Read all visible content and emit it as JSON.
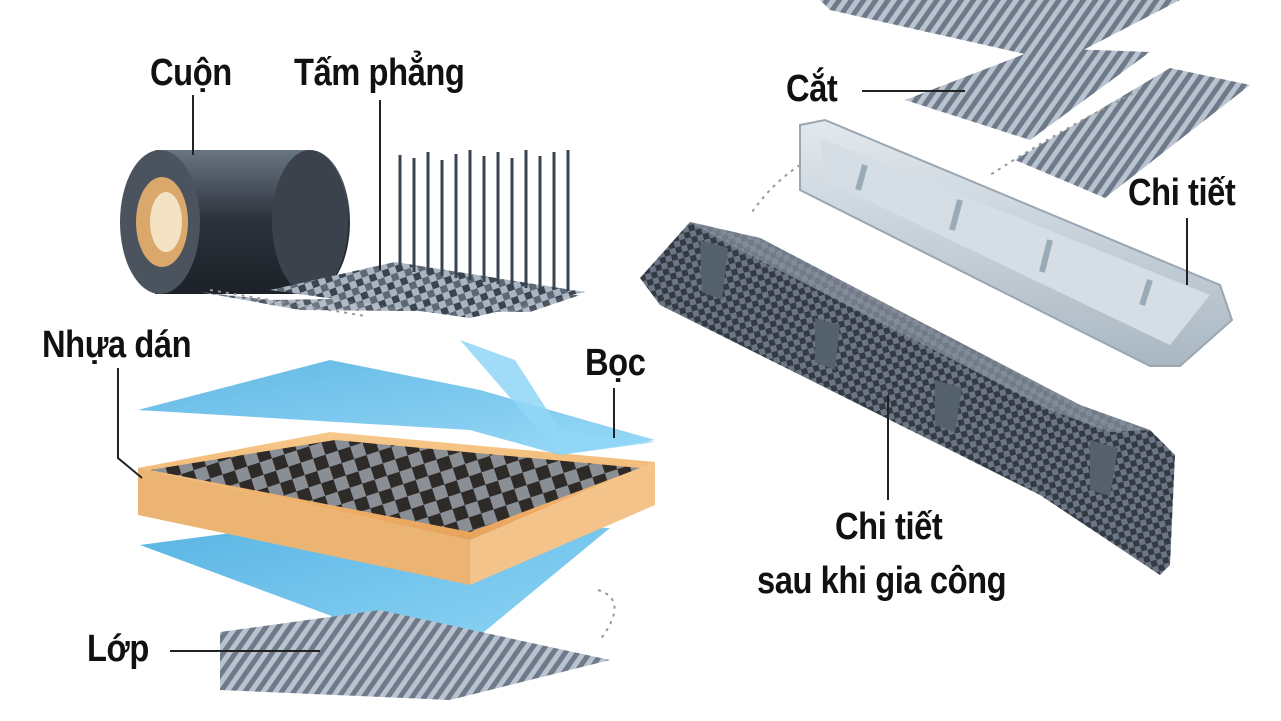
{
  "labels": {
    "roll": "Cuộn",
    "flat_sheet": "Tấm phẳng",
    "resin": "Nhựa dán",
    "wrap": "Bọc",
    "layer": "Lớp",
    "cut": "Cắt",
    "part": "Chi tiết",
    "finished_line1": "Chi tiết",
    "finished_line2": "sau khi gia công"
  },
  "colors": {
    "carbon_dark": "#2a2f38",
    "carbon_light": "#9aa6b4",
    "film_blue": "#4fb3e6",
    "resin_orange": "#f2b066",
    "mold_gray": "#c9d3db",
    "roll_core": "#d9a86a"
  }
}
